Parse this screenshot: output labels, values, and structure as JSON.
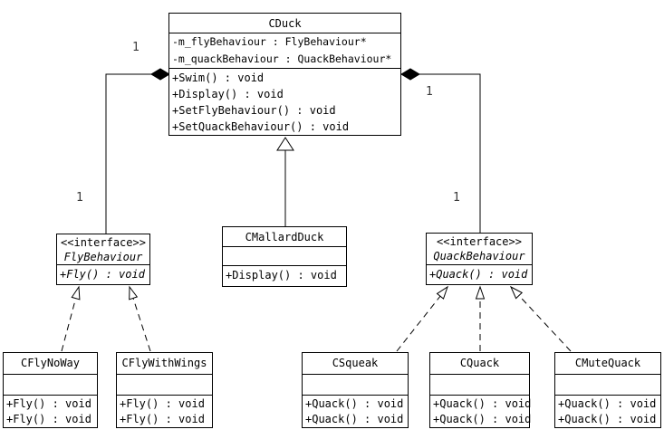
{
  "colors": {
    "background": "#ffffff",
    "line": "#000000",
    "text": "#000000",
    "multiplicity_text": "#3a3a3a"
  },
  "classes": {
    "cduck": {
      "name": "CDuck",
      "attributes": [
        "-m_flyBehaviour : FlyBehaviour*",
        "-m_quackBehaviour : QuackBehaviour*"
      ],
      "methods": [
        "+Swim() : void",
        "+Display() : void",
        "+SetFlyBehaviour() : void",
        "+SetQuackBehaviour() : void"
      ]
    },
    "cmallardduck": {
      "name": "CMallardDuck",
      "attributes": [],
      "methods": [
        "+Display() : void"
      ]
    },
    "flybehaviour": {
      "stereotype": "<<interface>>",
      "name": "FlyBehaviour",
      "methods": [
        "+Fly() : void"
      ]
    },
    "quackbehaviour": {
      "stereotype": "<<interface>>",
      "name": "QuackBehaviour",
      "methods": [
        "+Quack() : void"
      ]
    },
    "cflynoway": {
      "name": "CFlyNoWay",
      "attributes": [],
      "methods": [
        "+Fly() : void",
        "+Fly() : void"
      ]
    },
    "cflywithwings": {
      "name": "CFlyWithWings",
      "attributes": [],
      "methods": [
        "+Fly() : void",
        "+Fly() : void"
      ]
    },
    "csqueak": {
      "name": "CSqueak",
      "attributes": [],
      "methods": [
        "+Quack() : void",
        "+Quack() : void"
      ]
    },
    "cquack": {
      "name": "CQuack",
      "attributes": [],
      "methods": [
        "+Quack() : void",
        "+Quack() : void"
      ]
    },
    "cmutequack": {
      "name": "CMuteQuack",
      "attributes": [],
      "methods": [
        "+Quack() : void",
        "+Quack() : void"
      ]
    }
  },
  "multiplicities": {
    "fly_at_duck": "1",
    "fly_at_interface": "1",
    "quack_at_duck": "1",
    "quack_at_interface": "1"
  },
  "relationships": [
    {
      "type": "composition",
      "from": "CDuck",
      "to": "FlyBehaviour",
      "multiplicity": "1"
    },
    {
      "type": "composition",
      "from": "CDuck",
      "to": "QuackBehaviour",
      "multiplicity": "1"
    },
    {
      "type": "generalization",
      "from": "CMallardDuck",
      "to": "CDuck"
    },
    {
      "type": "realization",
      "from": "CFlyNoWay",
      "to": "FlyBehaviour"
    },
    {
      "type": "realization",
      "from": "CFlyWithWings",
      "to": "FlyBehaviour"
    },
    {
      "type": "realization",
      "from": "CSqueak",
      "to": "QuackBehaviour"
    },
    {
      "type": "realization",
      "from": "CQuack",
      "to": "QuackBehaviour"
    },
    {
      "type": "realization",
      "from": "CMuteQuack",
      "to": "QuackBehaviour"
    }
  ]
}
